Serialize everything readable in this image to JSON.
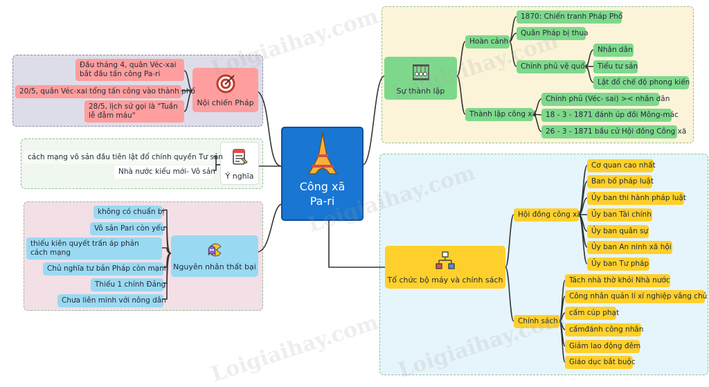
{
  "colors": {
    "red_node": "#ff9e9e",
    "green_node": "#7ed88b",
    "yellow_node": "#ffd02c",
    "blue_node": "#9ad9f2",
    "center": "#1976d2",
    "connector": "#333333"
  },
  "center": {
    "title_line1": "Công xã",
    "title_line2": "Pa-ri",
    "icon": "eiffel-tower-icon"
  },
  "noi_chien": {
    "label": "Nội chiến Pháp",
    "icon": "target-icon",
    "items": [
      "Đầu tháng 4, quân Véc-xai bắt đầu tấn công Pa-ri",
      "20/5, quân Véc-xai tổng tấn công vào thành phố",
      "28/5, lịch sử gọi là \"Tuần lễ đẫm máu\""
    ]
  },
  "y_nghia": {
    "label": "Ý nghĩa",
    "icon": "document-icon",
    "items": [
      "cách mạng vô sản đầu tiên lật đổ chính quyền Tư sản",
      "Nhà nước kiểu mới- Vô sản"
    ]
  },
  "nguyen_nhan": {
    "label": "Nguyên nhân thất bại",
    "icon": "pacman-icon",
    "items": [
      "không có chuẩn bị",
      "Vô sản Pari còn yếu",
      "thiếu kiên quyết trấn áp phản cách mạng",
      "Chủ nghĩa tư bản Pháp còn mạnh",
      "Thiếu 1 chính Đảng",
      "Chưa liên minh với nông dân"
    ]
  },
  "thanh_lap": {
    "label": "Sự thành lập",
    "icon": "newtons-cradle-icon",
    "hoan_canh": {
      "label": "Hoàn cảnh",
      "items": [
        "1870: Chiến tranh Pháp Phổ",
        "Quân Pháp bị thua"
      ],
      "chinh_phu": {
        "label": "Chính phủ vệ quốc",
        "items": [
          "Nhân dân",
          "Tiểu tư sản",
          "Lật đổ chế độ phong kiến"
        ]
      }
    },
    "cong_xa": {
      "label": "Thành lập công xã",
      "items": [
        "Chính phủ (Véc- sai) >< nhân dân",
        "18 - 3 - 1871 đánh úp đồi Mông-mác",
        "26 - 3 - 1871 bầu cử Hội đồng Công xã"
      ]
    }
  },
  "to_chuc": {
    "label": "Tổ chức bộ máy và chính sách",
    "icon": "org-chart-icon",
    "hoi_dong": {
      "label": "Hội đồng công xã",
      "items": [
        "Cơ quan cao nhất",
        "Ban bố pháp luật",
        "Ủy ban thi hành pháp luật",
        "Ủy ban Tài chính",
        "Ủy ban quân sự",
        "Ủy ban An ninh xã hội",
        "Ủy ban Tư pháp"
      ]
    },
    "chinh_sach": {
      "label": "Chính sách",
      "items": [
        "Tách nhà thờ khỏi Nhà nước",
        "Công nhân quản lí xí nghiệp vắng chủ",
        "cấm cúp phạt",
        "cấmđánh công nhân",
        "Giảm lao động đêm",
        "Giáo dục bắt buộc"
      ]
    }
  },
  "watermark": "Loigiaihay.com"
}
